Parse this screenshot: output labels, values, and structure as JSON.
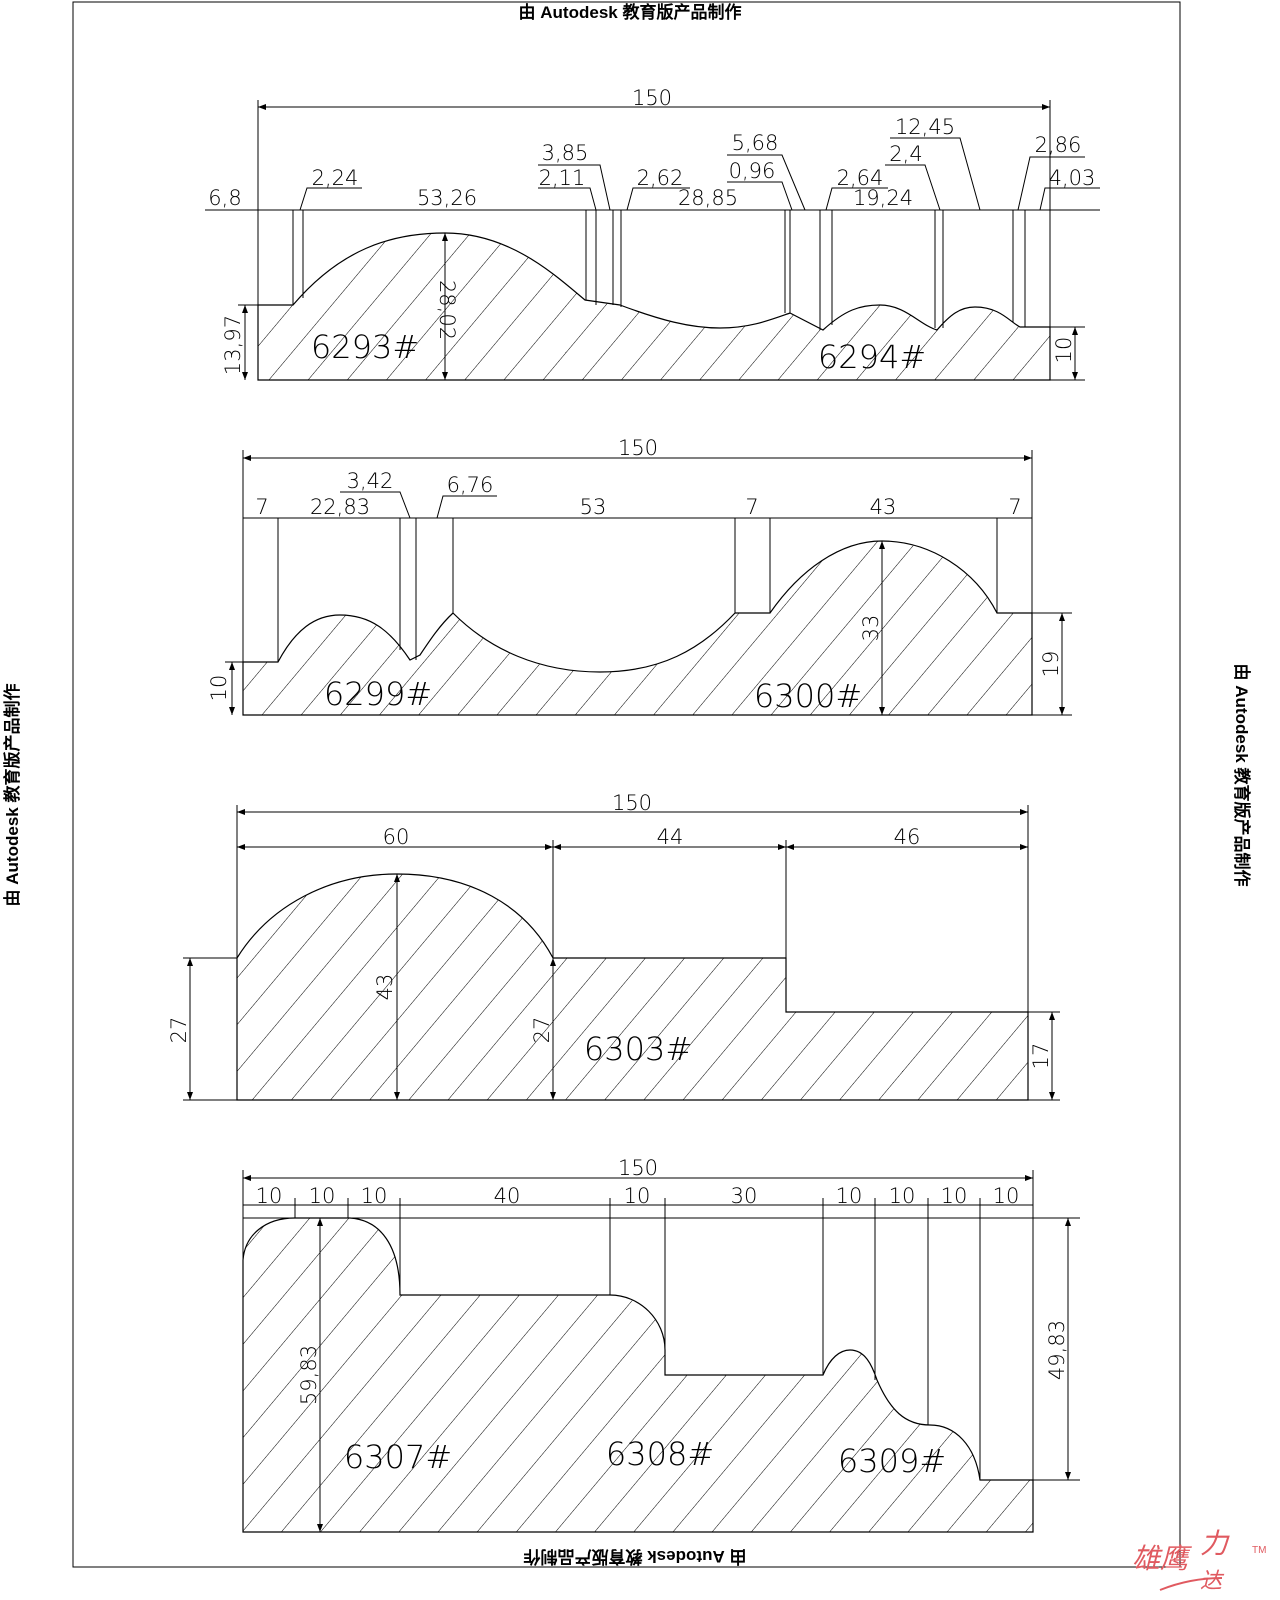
{
  "watermark": "由 Autodesk 教育版产品制作",
  "logo": {
    "text1": "雄鹰",
    "text2": "力",
    "text3": "达",
    "tm": "TM",
    "color": "#e05a60"
  },
  "drawings": [
    {
      "overall_width": "150",
      "profiles": [
        "6293#",
        "6294#"
      ],
      "dims": [
        "6,8",
        "2,24",
        "53,26",
        "3,85",
        "2,11",
        "2,62",
        "28,85",
        "5,68",
        "0,96",
        "2,64",
        "19,24",
        "12,45",
        "2,4",
        "2,86",
        "4,03"
      ],
      "heights": [
        "13,97",
        "28,02",
        "10"
      ]
    },
    {
      "overall_width": "150",
      "profiles": [
        "6299#",
        "6300#"
      ],
      "dims": [
        "7",
        "22,83",
        "3,42",
        "6,76",
        "53",
        "7",
        "43",
        "7"
      ],
      "heights": [
        "10",
        "33",
        "19"
      ]
    },
    {
      "overall_width": "150",
      "profiles": [
        "6303#"
      ],
      "dims": [
        "60",
        "44",
        "46"
      ],
      "heights": [
        "27",
        "43",
        "27",
        "17"
      ]
    },
    {
      "overall_width": "150",
      "profiles": [
        "6307#",
        "6308#",
        "6309#"
      ],
      "dims": [
        "10",
        "10",
        "10",
        "40",
        "10",
        "30",
        "10",
        "10",
        "10",
        "10"
      ],
      "heights": [
        "59,83",
        "49,83"
      ]
    }
  ]
}
